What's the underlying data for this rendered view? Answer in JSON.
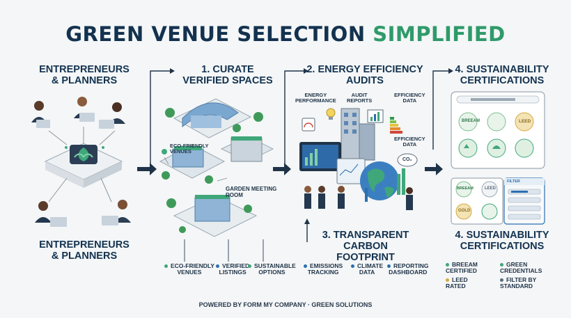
{
  "title": {
    "main": "GREEN VENUE SELECTION",
    "accent": "SIMPLIFIED"
  },
  "planners_top": "ENTREPRENEURS\n& PLANNERS",
  "planners_bottom": "ENTREPRENEURS\n& PLANNERS",
  "step1": {
    "title": "1. CURATE\nVERIFIED SPACES",
    "callout_eco": "ECO-FRIENDLY\nVENUES",
    "callout_garden": "GARDEN MEETING\nROOM",
    "bullets": [
      "ECO-FRIENDLY\nVENUES",
      "VERIFIED\nLISTINGS",
      "SUSTAINABLE\nOPTIONS"
    ]
  },
  "step2": {
    "title": "2. ENERGY EFFICIENCY\nAUDITS",
    "callouts": [
      "ENERGY\nPERFORMANCE",
      "AUDIT\nREPORTS",
      "EFFICIENCY\nDATA",
      "EFFICIENCY\nDATA"
    ],
    "co2_badge": "CO₂"
  },
  "step3": {
    "title": "3. TRANSPARENT\nCARBON FOOTPRINT",
    "bullets": [
      "EMISSIONS\nTRACKING",
      "CLIMATE\nDATA",
      "REPORTING\nDASHBOARD"
    ]
  },
  "step4_top": {
    "title": "4. SUSTAINABILITY\nCERTIFICATIONS"
  },
  "step4_bottom": {
    "title": "4. SUSTAINABILITY\nCERTIFICATIONS",
    "bullets": [
      "BREEAM\nCERTIFIED",
      "GREEN\nCREDENTIALS",
      "LEED\nRATED",
      "FILTER BY\nSTANDARD"
    ],
    "filter_label": "FILTER"
  },
  "badges": {
    "breeam": "BREEAM",
    "leed": "LEED",
    "gold": "GOLD"
  },
  "footer": "POWERED BY FORM MY COMPANY · GREEN SOLUTIONS",
  "colors": {
    "navy": "#13324f",
    "green": "#2f9a6a",
    "blue": "#2b6fb0",
    "gold": "#d7a83a"
  }
}
